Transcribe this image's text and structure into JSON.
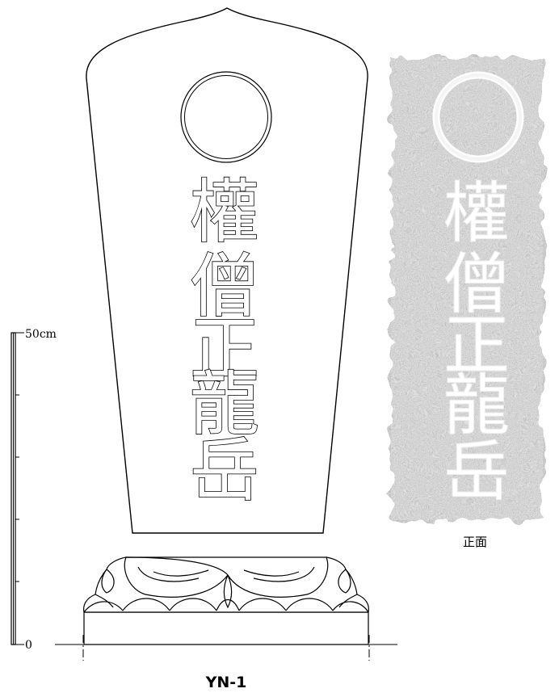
{
  "scale": {
    "top_label": "50cm",
    "bottom_label": "0"
  },
  "stone": {
    "inscription": [
      "權",
      "僧",
      "正",
      "龍",
      "岳"
    ]
  },
  "rubbing": {
    "inscription": [
      "權",
      "僧",
      "正",
      "龍",
      "岳"
    ],
    "caption": "正面"
  },
  "figure": {
    "id": "YN-1"
  }
}
